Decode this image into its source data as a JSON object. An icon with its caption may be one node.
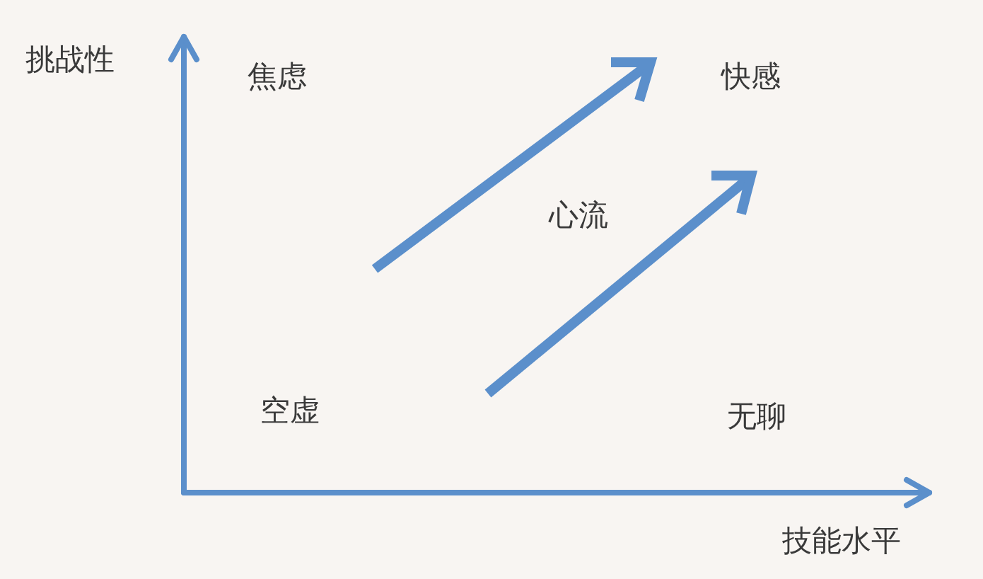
{
  "diagram": {
    "labels": [
      "挑战性",
      "焦虑",
      "快感",
      "心流",
      "空虚",
      "无聊",
      "技能水平"
    ]
  }
}
